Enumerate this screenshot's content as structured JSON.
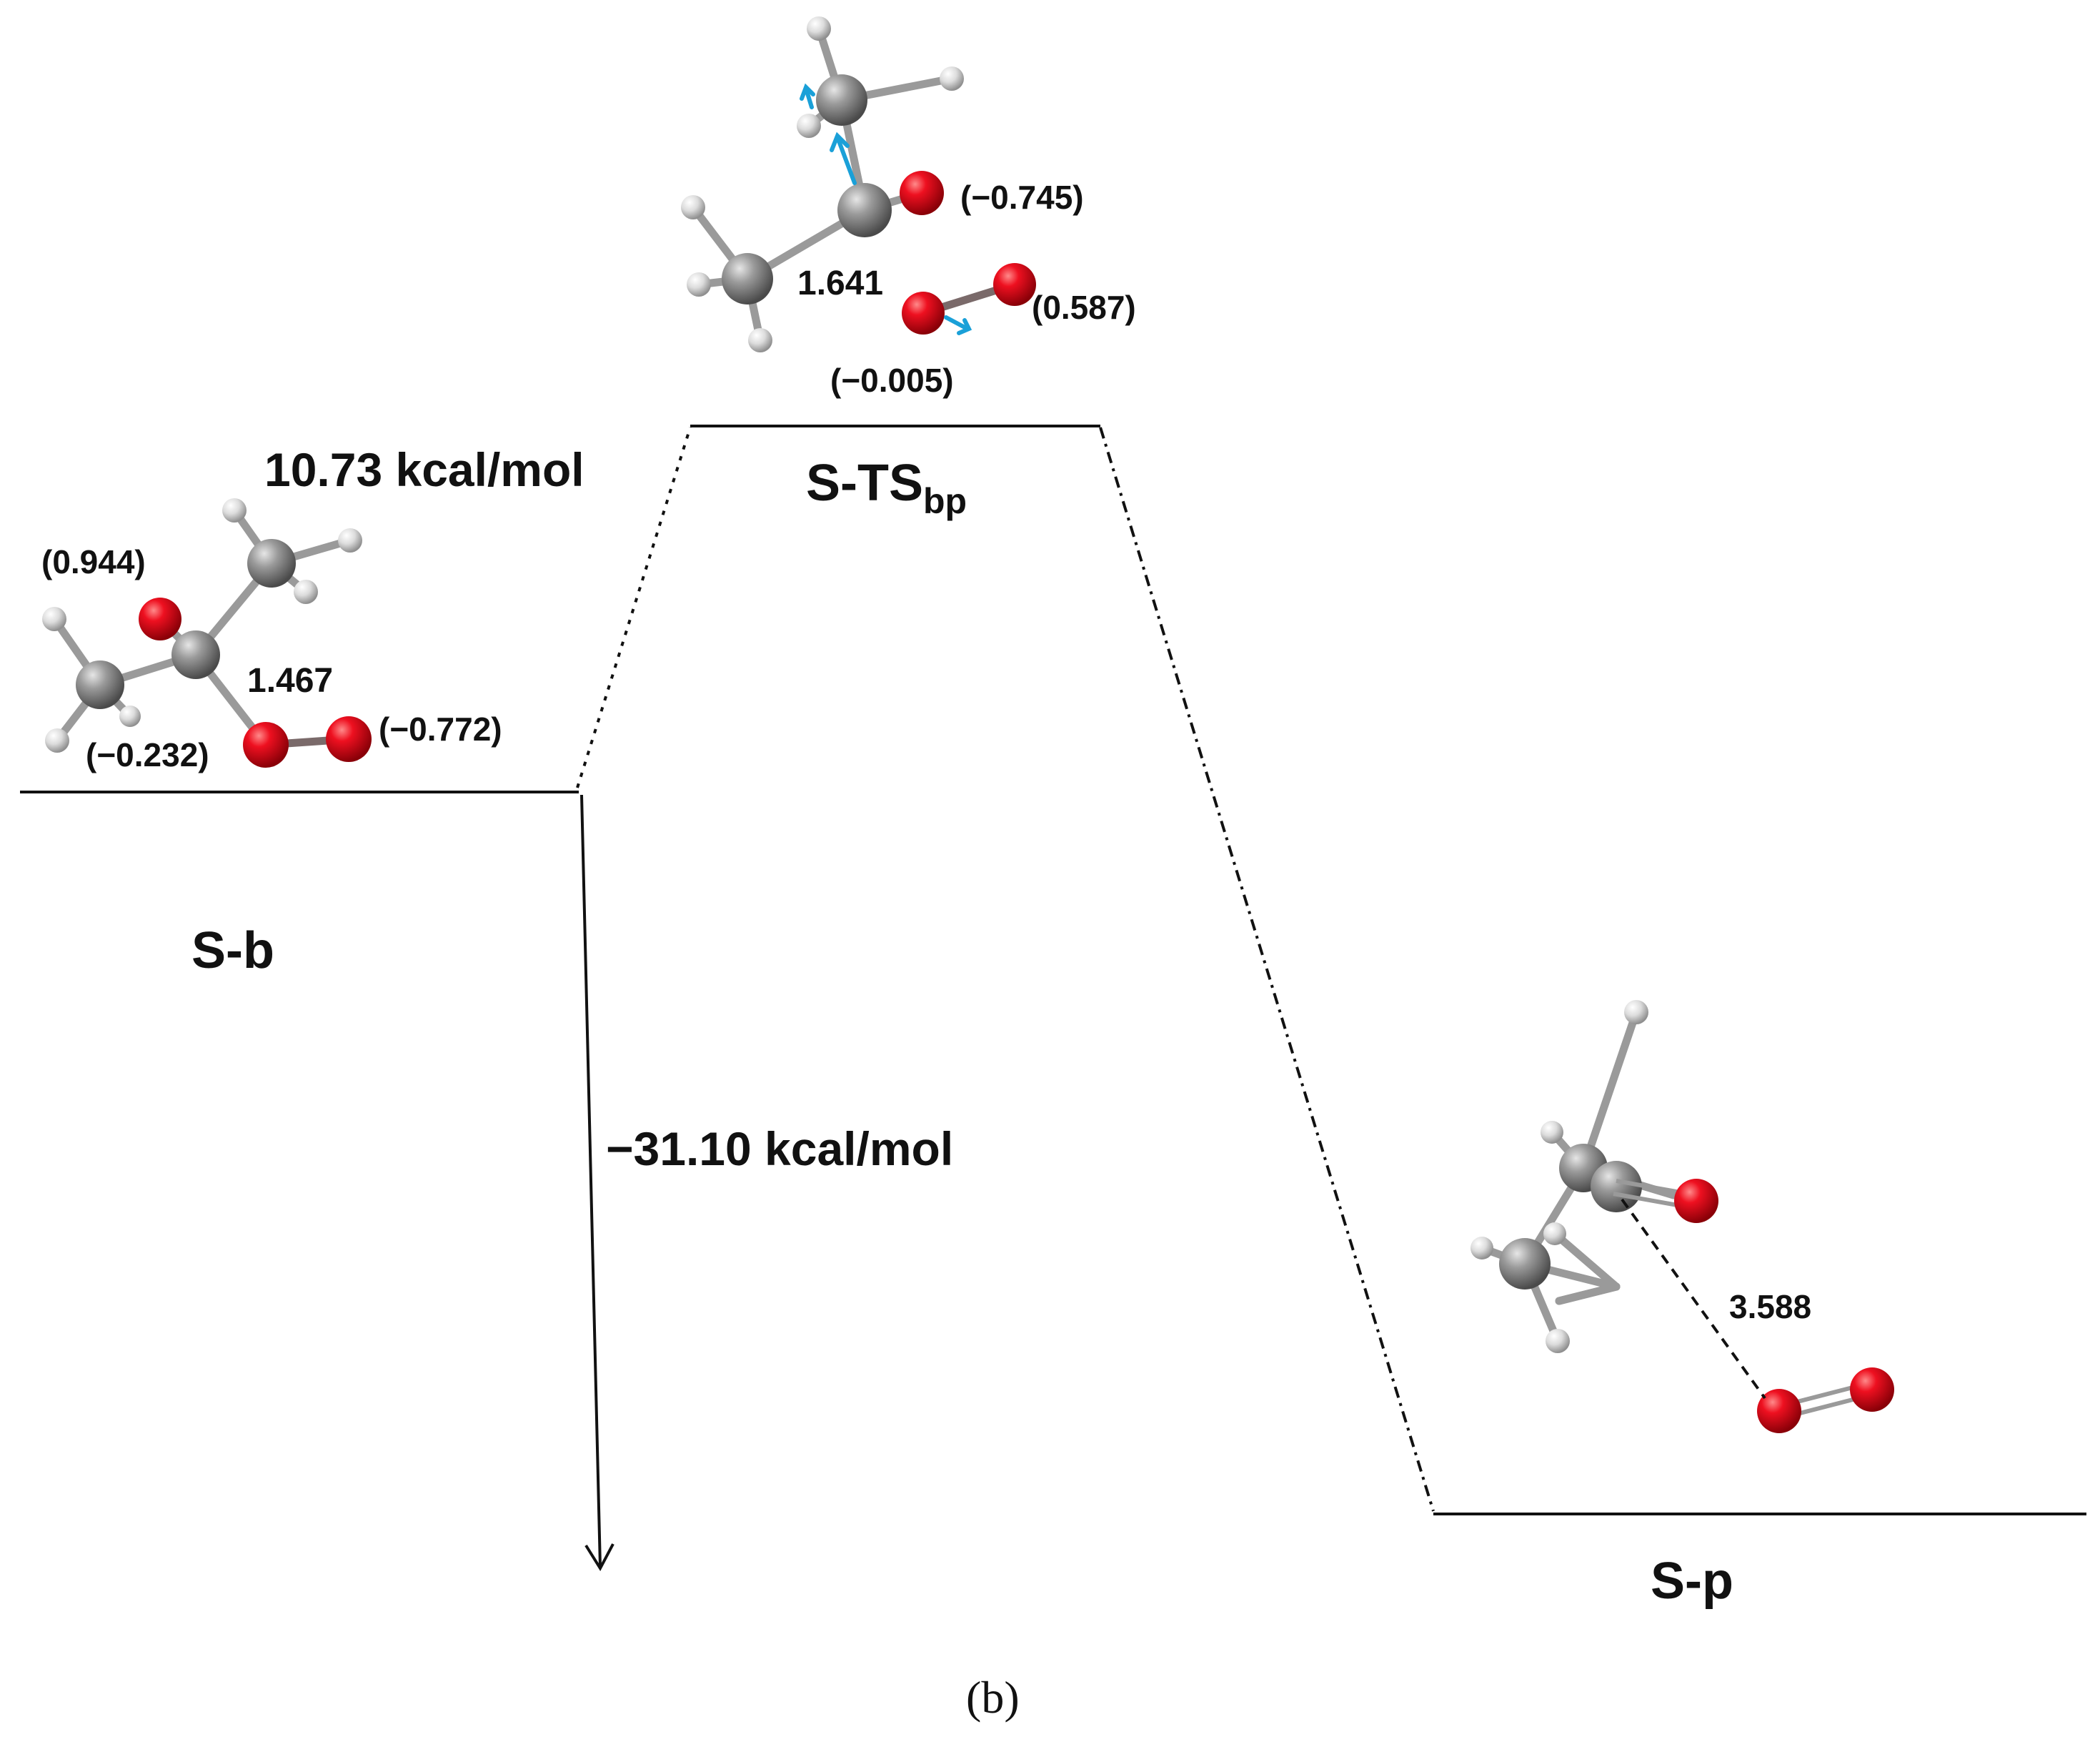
{
  "states": {
    "b": {
      "name": "S-b"
    },
    "ts": {
      "name": "S-TS",
      "subscript": "bp"
    },
    "p": {
      "name": "S-p"
    }
  },
  "energies": {
    "barrier": "10.73 kcal/mol",
    "reaction": "−31.10 kcal/mol"
  },
  "structure_labels": {
    "b_charge_o1": "(0.944)",
    "b_charge_o2": "(−0.232)",
    "b_charge_o3": "(−0.772)",
    "b_bond": "1.467",
    "ts_charge_o1": "(−0.745)",
    "ts_charge_o2": "(0.587)",
    "ts_charge_o3": "(−0.005)",
    "ts_bond": "1.641",
    "p_distance": "3.588"
  },
  "caption": "(b)",
  "colors": {
    "oxygen": "#e3001b",
    "carbon": "#8c8c8c",
    "hydrogen": "#d9d9d9",
    "vibration_arrow": "#1aa0d8",
    "line": "#111111"
  }
}
